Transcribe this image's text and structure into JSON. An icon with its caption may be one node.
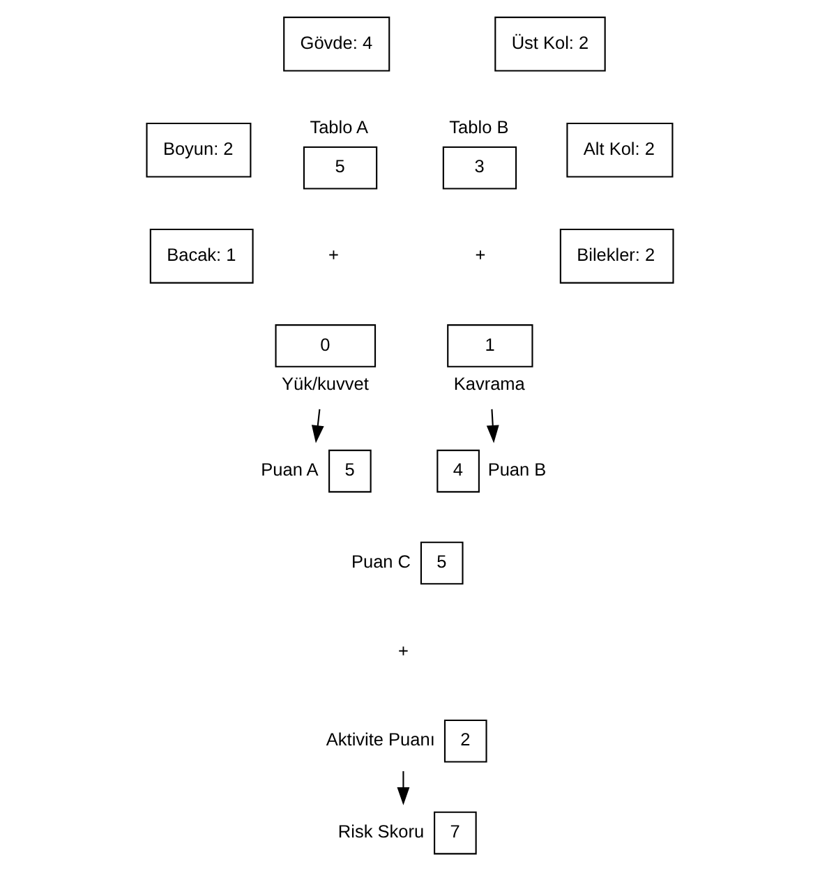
{
  "diagram": {
    "nodes": [
      {
        "text": [
          "Gövde: 4"
        ]
      },
      {
        "text": [
          "Boyun: 2"
        ]
      },
      {
        "text": [
          "Bacak: 1"
        ]
      },
      {
        "text": [
          "Üst Kol: 2"
        ]
      },
      {
        "text": [
          "Alt Kol: 2"
        ]
      },
      {
        "text": [
          "Bilekler: 2"
        ]
      },
      {
        "text": [
          "5"
        ],
        "beside": [
          "Tablo A"
        ]
      },
      {
        "text": [
          "3"
        ],
        "beside": [
          "Tablo B"
        ]
      },
      {
        "text": [
          "0"
        ],
        "beside": [
          "Yük/kuvvet"
        ]
      },
      {
        "text": [
          "1"
        ],
        "beside": [
          "Kavrama"
        ]
      },
      {
        "text": [
          "5"
        ],
        "beside": [
          "Puan A"
        ]
      },
      {
        "text": [
          "4"
        ],
        "beside": [
          "Puan B"
        ]
      },
      {
        "text": [
          "5"
        ],
        "beside": [
          "Puan C"
        ]
      },
      {
        "text": [
          "2"
        ],
        "beside": [
          "Aktivite Puanı"
        ]
      },
      {
        "text": [
          "7"
        ],
        "beside": [
          "Risk Skoru"
        ]
      }
    ],
    "edges": [
      {
        "from": 8,
        "to": 10,
        "arrow": "to"
      },
      {
        "from": 9,
        "to": 11,
        "arrow": "to"
      },
      {
        "from": 13,
        "to": 14,
        "arrow": "to"
      }
    ],
    "labels": [
      "+",
      "+",
      "+"
    ]
  }
}
